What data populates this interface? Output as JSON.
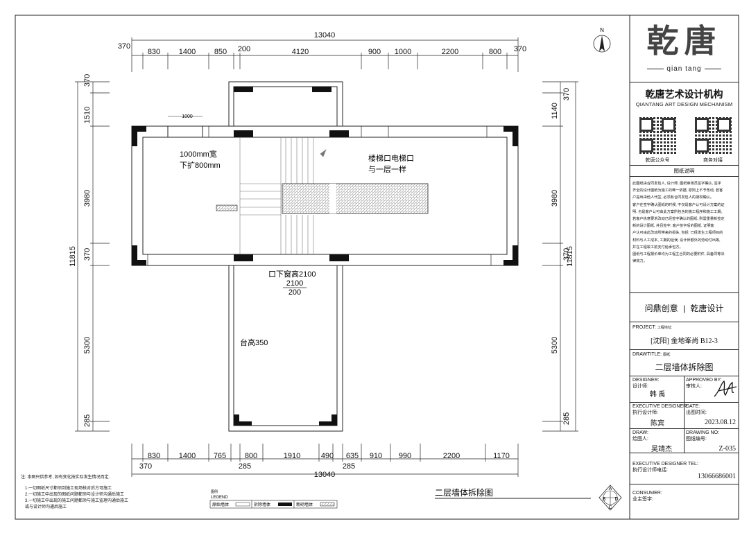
{
  "drawing": {
    "dims_top_total": "13040",
    "dims_top": [
      "370",
      "830",
      "1400",
      "850",
      "200",
      "4120",
      "900",
      "1000",
      "2200",
      "800",
      "370"
    ],
    "dims_bottom_total": "13040",
    "dims_bottom": [
      "830",
      "1400",
      "765",
      "800",
      "1910",
      "490",
      "635",
      "910",
      "990",
      "2200",
      "1170"
    ],
    "dims_bottom_2": [
      "370",
      "285",
      "285"
    ],
    "dims_left": [
      "370",
      "1510",
      "3980",
      "370",
      "5300",
      "285"
    ],
    "dims_left_total": "11815",
    "dims_right": [
      "370",
      "1140",
      "3980",
      "370",
      "5300",
      "285"
    ],
    "dims_right_total": "11815",
    "small_dim": "1000",
    "note_door_1": "1000mm宽",
    "note_door_2": "下扩800mm",
    "note_stairs_1": "楼梯口电梯口",
    "note_stairs_2": "与一层一样",
    "note_window": "口下窗高2100",
    "note_frac_top": "2100",
    "note_frac_bottom": "200",
    "note_sill": "台高350",
    "north": "N",
    "drawing_title": "二层墙体拆除图",
    "notes_head": "注: 本图只供参考, 如有变化按实际发生情况而定.",
    "notes": [
      "1.一切图纸尺寸都须到施工现场核对后方可施工",
      "2.一切施工中出现的图纸问题都须与设计师沟通后施工",
      "3.一切施工中出现的施工问题都须与施工监理沟通后施工",
      "或与设计师沟通后施工"
    ],
    "legend_title_cn": "图例",
    "legend_title": "LEGEND",
    "legend_items": [
      "原始墙体",
      "拆除墙体",
      "新砌墙体"
    ],
    "compass_letters": [
      "A",
      "B",
      "C",
      "D"
    ]
  },
  "title_block": {
    "logo_text": "乾唐",
    "logo_sub": "qian tang",
    "company_cn": "乾唐艺术设计机构",
    "company_en": "QIANTANG ART DESIGN MECHANISM",
    "qr_left_label": "乾唐公众号",
    "qr_right_label": "商务对接",
    "notes_title": "图纸说明",
    "notes_lines": [
      "此图纸由合同发包人, 设计师, 图纸审核员签字确认, 签字",
      "齐全的设计图纸为施工的唯一依据, 原则上不予改动, 若客",
      "户提出由他人代签, 必须有合同发包人的授权确认。",
      "客户在签字确认图纸的时候, 不仅是客户认可设计方案的证",
      "明, 也是客户认可由此方案所包含的施工程序和施工工期。",
      "若客户执意要求改动已经签字确认的图纸, 则需重量新签定",
      "新的设计图纸, 并且签字, 客户签字后的图纸, 证明客",
      "户认可由此改动所带来的损失, 包括: 已经发生工程项目的",
      "材料与人工成本, 工期的延误, 设计师额外的劳动付出等,",
      "并在工程竣工前支付给承包方。",
      "图纸与工程报价单均为工程主合同的必要附件, 具备同等法",
      "律效力。"
    ],
    "slogan_left": "问鼎创意",
    "slogan_sep": "|",
    "slogan_right": "乾唐设计",
    "project_label": "PROJECT:",
    "project_cn": "工程地址:",
    "project_value": "[沈阳] 金地峯尚 B12-3",
    "drawtitle_label": "DRAWTITLE:",
    "drawtitle_cn": "图纸:",
    "drawtitle_value": "二层墙体拆除图",
    "designer_label": "DESIGNER:",
    "designer_cn": "设计师:",
    "designer_value": "韩 禹",
    "approved_label": "APPROVED BY:",
    "approved_cn": "审核人:",
    "exec_label": "EXECUTIVE DESIGNER:",
    "exec_cn": "执行设计师:",
    "exec_value": "陈宾",
    "date_label": "DATE:",
    "date_cn": "出图时间:",
    "date_value": "2023.08.12",
    "draw_label": "DRAW:",
    "draw_cn": "绘图人:",
    "draw_value": "吴靖杰",
    "drawno_label": "DRAWING NO:",
    "drawno_cn": "图纸编号:",
    "drawno_value": "Z-035",
    "tel_label": "EXECUTIVE DESIGNER TEL:",
    "tel_cn": "执行设计师电话:",
    "tel_value": "13066686001",
    "consumer_label": "CONSUMER:",
    "consumer_cn": "业主签字:"
  }
}
